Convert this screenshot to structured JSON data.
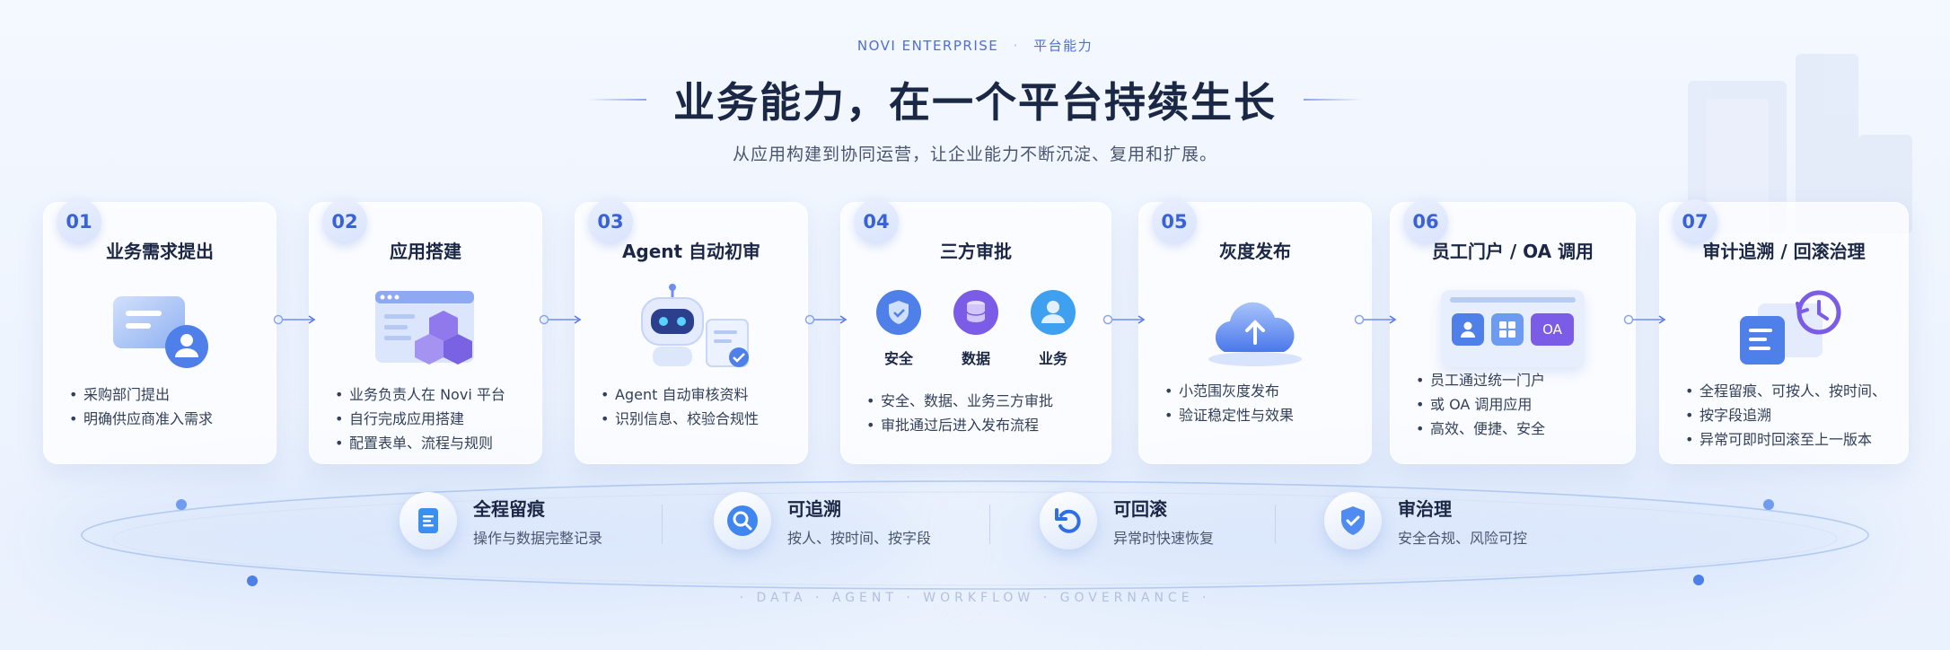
{
  "header": {
    "eyebrow_brand": "NOVI ENTERPRISE",
    "eyebrow_sep": "·",
    "eyebrow_topic": "平台能力",
    "title": "业务能力，在一个平台持续生长",
    "subtitle": "从应用构建到协同运营，让企业能力不断沉淀、复用和扩展。"
  },
  "steps": [
    {
      "num": "01",
      "title": "业务需求提出",
      "bullets": [
        "采购部门提出",
        "明确供应商准入需求"
      ]
    },
    {
      "num": "02",
      "title": "应用搭建",
      "bullets": [
        "业务负责人在 Novi 平台",
        "自行完成应用搭建",
        "配置表单、流程与规则"
      ]
    },
    {
      "num": "03",
      "title": "Agent 自动初审",
      "bullets": [
        "Agent 自动审核资料",
        "识别信息、校验合规性"
      ]
    },
    {
      "num": "04",
      "title": "三方审批",
      "pills": [
        "安全",
        "数据",
        "业务"
      ],
      "bullets": [
        "安全、数据、业务三方审批",
        "审批通过后进入发布流程"
      ]
    },
    {
      "num": "05",
      "title": "灰度发布",
      "bullets": [
        "小范围灰度发布",
        "验证稳定性与效果"
      ]
    },
    {
      "num": "06",
      "title": "员工门户 / OA 调用",
      "portal_label": "OA",
      "bullets": [
        "员工通过统一门户",
        "或 OA 调用应用",
        "高效、便捷、安全"
      ]
    },
    {
      "num": "07",
      "title": "审计追溯 / 回滚治理",
      "bullets": [
        "全程留痕、可按人、按时间、",
        "按字段追溯",
        "异常可即时回滚至上一版本"
      ]
    }
  ],
  "features": [
    {
      "title": "全程留痕",
      "desc": "操作与数据完整记录",
      "icon": "document-icon"
    },
    {
      "title": "可追溯",
      "desc": "按人、按时间、按字段",
      "icon": "search-icon"
    },
    {
      "title": "可回滚",
      "desc": "异常时快速恢复",
      "icon": "undo-icon"
    },
    {
      "title": "审治理",
      "desc": "安全合规、风险可控",
      "icon": "shield-check-icon"
    }
  ],
  "tagline": "· DATA · AGENT · WORKFLOW · GOVERNANCE ·",
  "colors": {
    "accent": "#3a62d8",
    "purple": "#7b5ce6",
    "text": "#1b2745"
  }
}
